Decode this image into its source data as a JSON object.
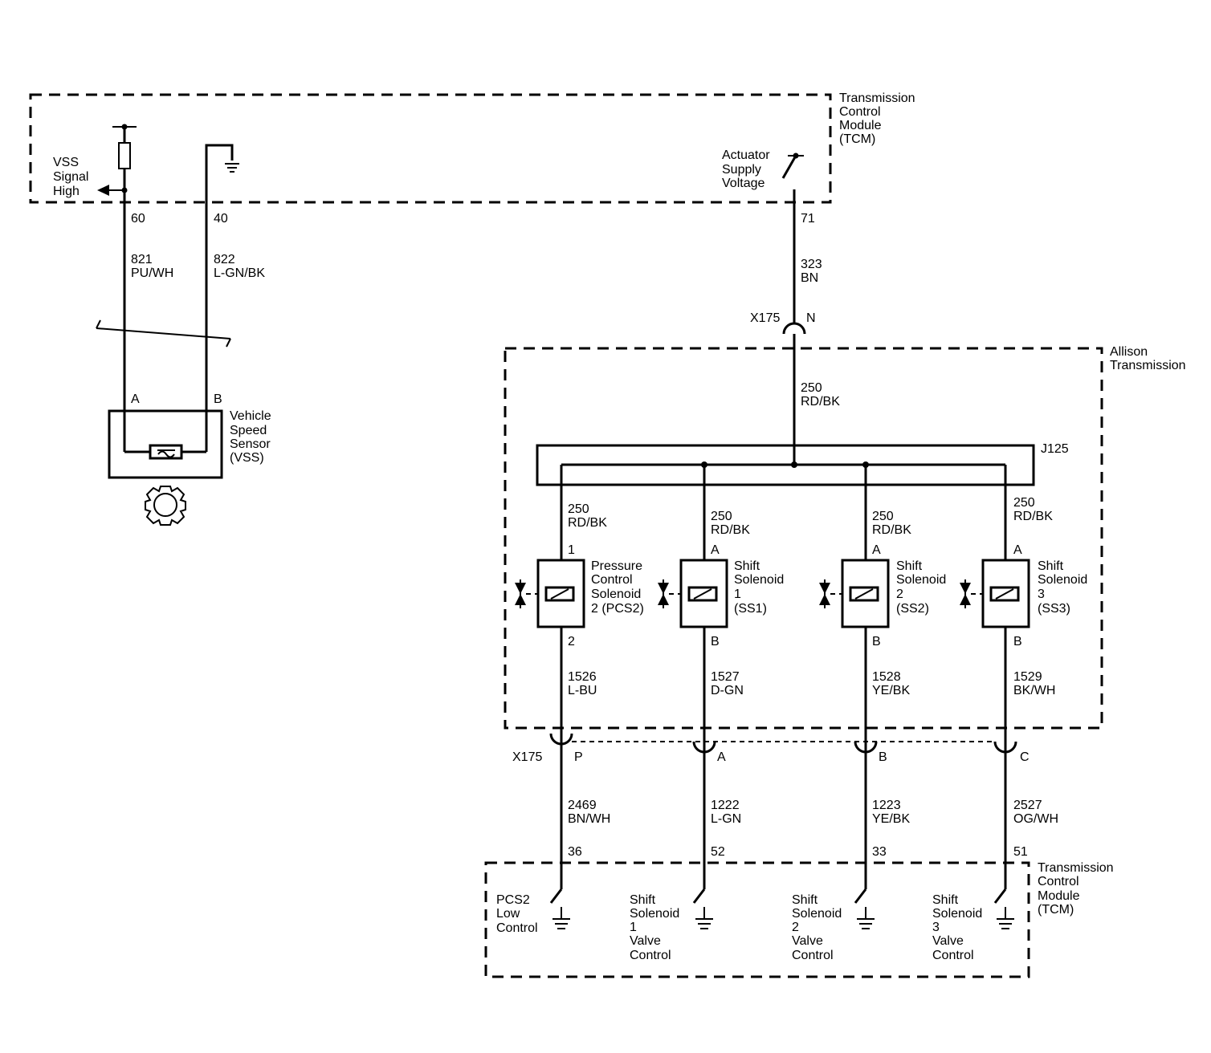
{
  "modules": {
    "tcm_top": [
      "Transmission",
      "Control",
      "Module",
      "(TCM)"
    ],
    "tcm_bottom": [
      "Transmission",
      "Control",
      "Module",
      "(TCM)"
    ],
    "allison": [
      "Allison",
      "Transmission"
    ]
  },
  "tcm_top": {
    "vss_signal": [
      "VSS",
      "Signal",
      "High"
    ],
    "actuator_supply": [
      "Actuator",
      "Supply",
      "Voltage"
    ]
  },
  "vss_wires": [
    {
      "pin": "60",
      "circuit": "821",
      "color": "PU/WH",
      "terminal": "A"
    },
    {
      "pin": "40",
      "circuit": "822",
      "color": "L-GN/BK",
      "terminal": "B"
    }
  ],
  "vss_sensor": [
    "Vehicle",
    "Speed",
    "Sensor",
    "(VSS)"
  ],
  "supply": {
    "pin": "71",
    "circuit": "323",
    "color": "BN",
    "connector": "X175",
    "connector_pin": "N",
    "circuit2": "250",
    "color2": "RD/BK"
  },
  "splice": "J125",
  "solenoid_feed_circuit": "250",
  "solenoid_feed_color": "RD/BK",
  "solenoids": [
    {
      "name": [
        "Pressure",
        "Control",
        "Solenoid",
        "2 (PCS2)"
      ],
      "pin_top": "1",
      "pin_bottom": "2",
      "circuit_out": "1526",
      "color_out": "L-BU",
      "x175_pin": "P",
      "circuit_tcm": "2469",
      "color_tcm": "BN/WH",
      "tcm_pin": "36",
      "tcm_label": [
        "PCS2",
        "Low",
        "Control"
      ]
    },
    {
      "name": [
        "Shift",
        "Solenoid",
        "1",
        "(SS1)"
      ],
      "pin_top": "A",
      "pin_bottom": "B",
      "circuit_out": "1527",
      "color_out": "D-GN",
      "x175_pin": "A",
      "circuit_tcm": "1222",
      "color_tcm": "L-GN",
      "tcm_pin": "52",
      "tcm_label": [
        "Shift",
        "Solenoid",
        "1",
        "Valve",
        "Control"
      ]
    },
    {
      "name": [
        "Shift",
        "Solenoid",
        "2",
        "(SS2)"
      ],
      "pin_top": "A",
      "pin_bottom": "B",
      "circuit_out": "1528",
      "color_out": "YE/BK",
      "x175_pin": "B",
      "circuit_tcm": "1223",
      "color_tcm": "YE/BK",
      "tcm_pin": "33",
      "tcm_label": [
        "Shift",
        "Solenoid",
        "2",
        "Valve",
        "Control"
      ]
    },
    {
      "name": [
        "Shift",
        "Solenoid",
        "3",
        "(SS3)"
      ],
      "pin_top": "A",
      "pin_bottom": "B",
      "circuit_out": "1529",
      "color_out": "BK/WH",
      "x175_pin": "C",
      "circuit_tcm": "2527",
      "color_tcm": "OG/WH",
      "tcm_pin": "51",
      "tcm_label": [
        "Shift",
        "Solenoid",
        "3",
        "Valve",
        "Control"
      ]
    }
  ],
  "x175_bottom": "X175"
}
